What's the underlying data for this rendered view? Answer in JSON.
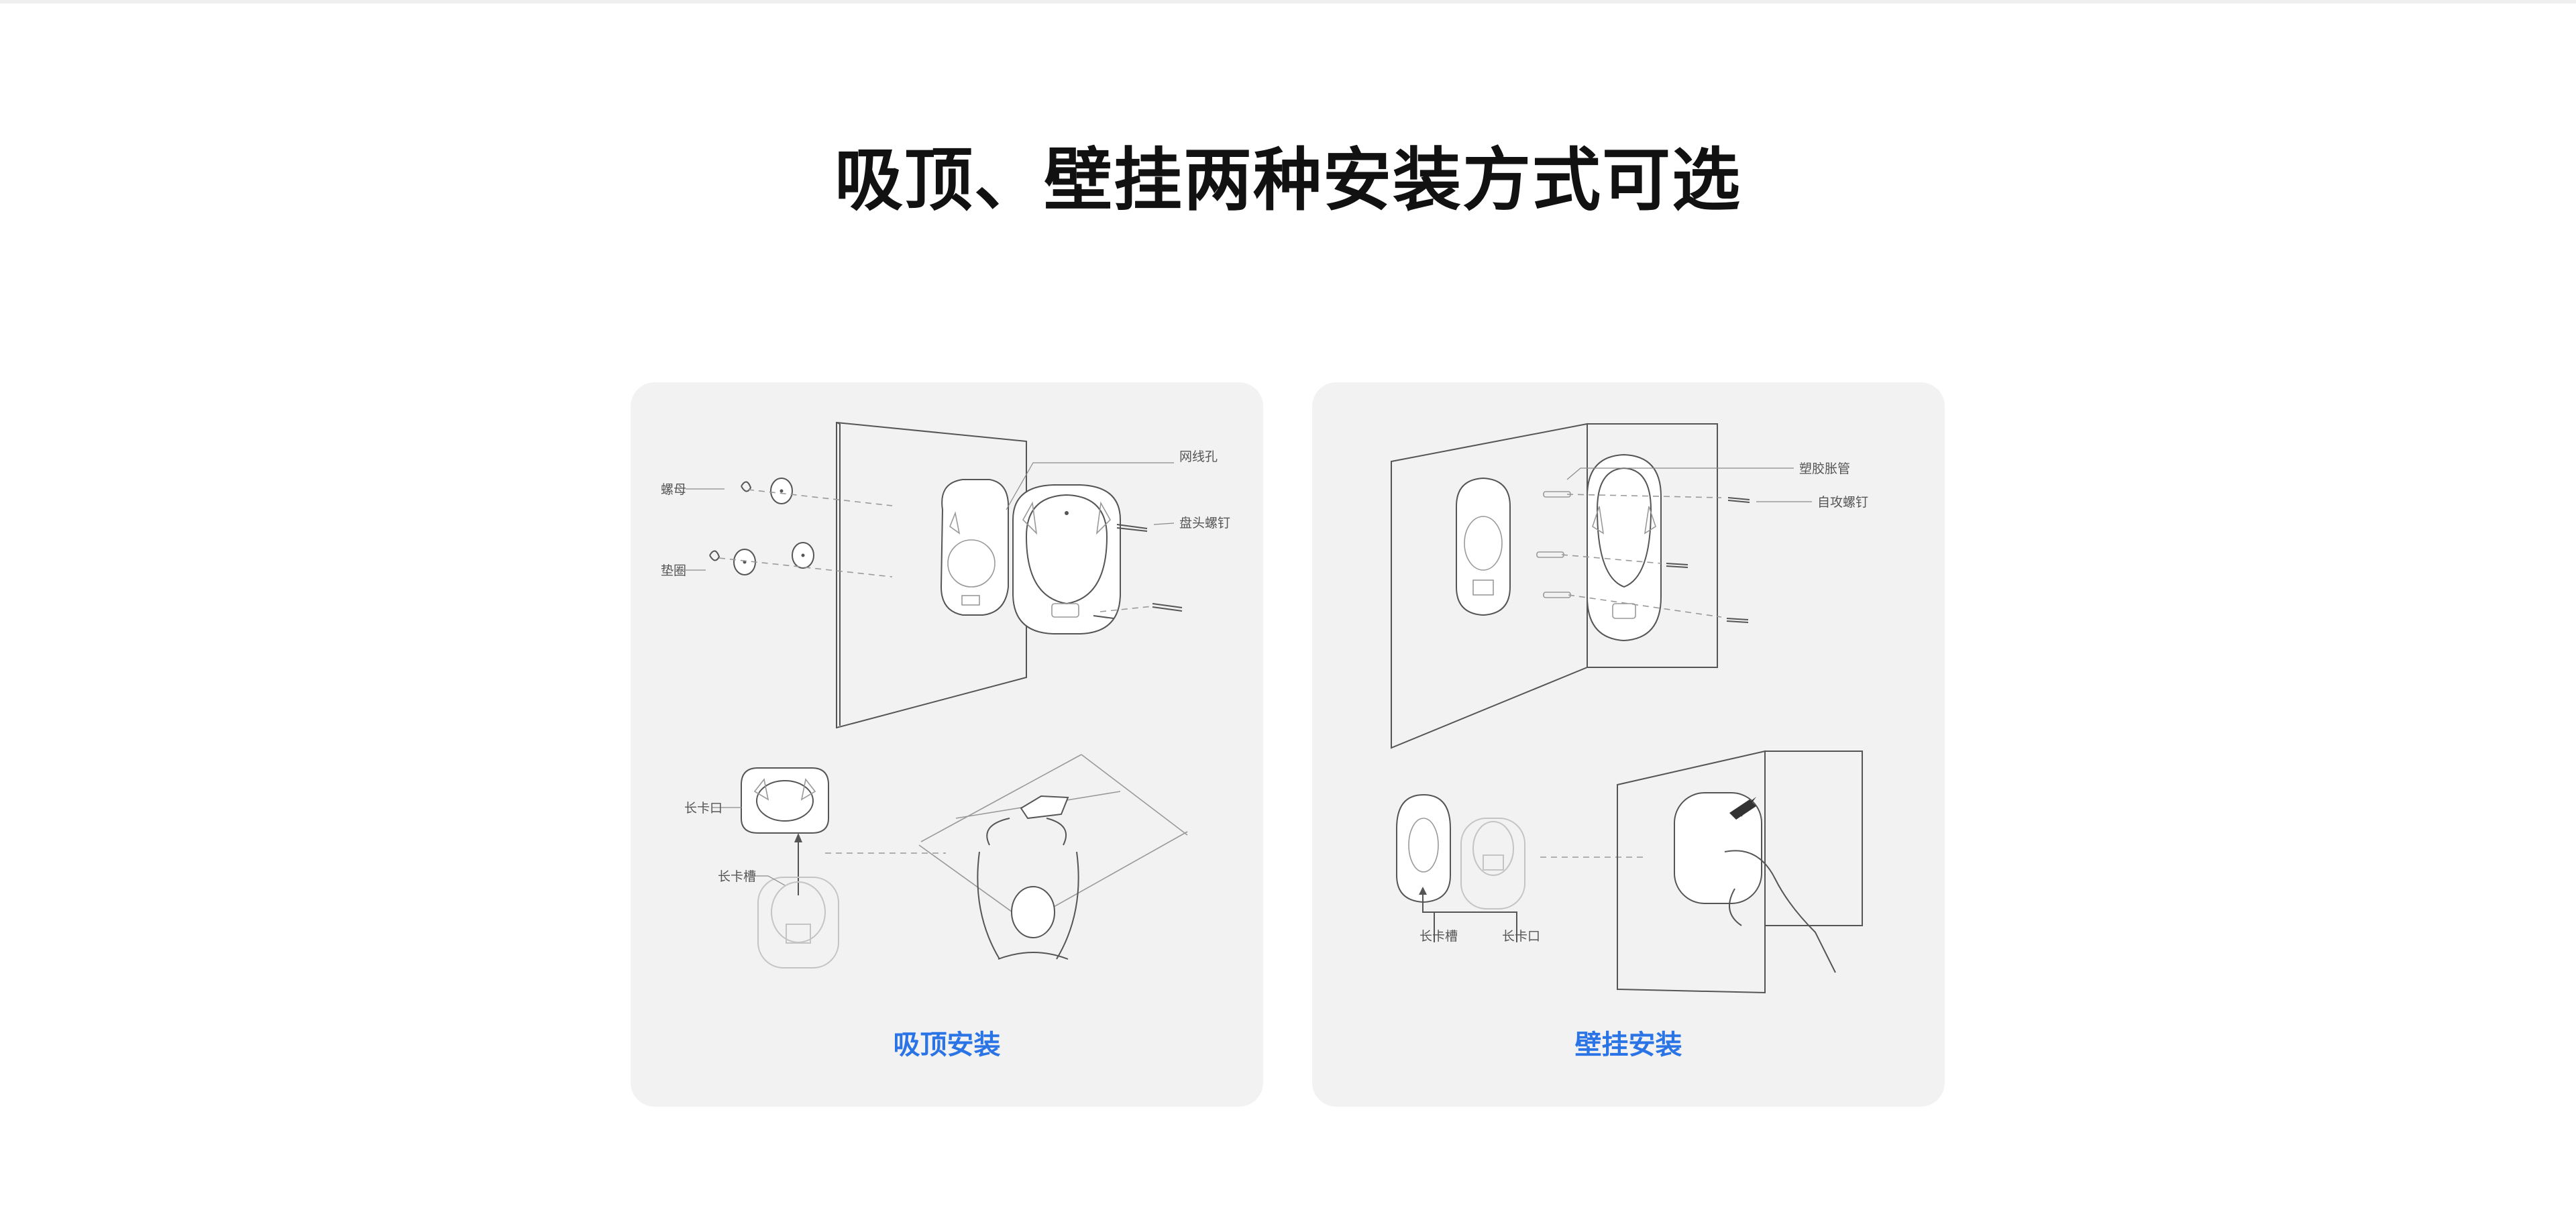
{
  "page": {
    "title": "吸顶、壁挂两种安装方式可选"
  },
  "ceiling_card": {
    "label": "吸顶安装",
    "callouts": {
      "nut": "螺母",
      "washer": "垫圈",
      "cable_hole": "网线孔",
      "pan_head_screw": "盘头螺钉",
      "long_tab": "长卡口",
      "long_slot": "长卡槽"
    }
  },
  "wall_card": {
    "label": "壁挂安装",
    "callouts": {
      "plastic_anchor": "塑胶胀管",
      "self_tapping_screw": "自攻螺钉",
      "long_slot": "长卡槽",
      "long_tab": "长卡口"
    }
  },
  "colors": {
    "label_accent": "#2a74e6",
    "card_background": "#f2f2f3",
    "title_text": "#111111"
  }
}
